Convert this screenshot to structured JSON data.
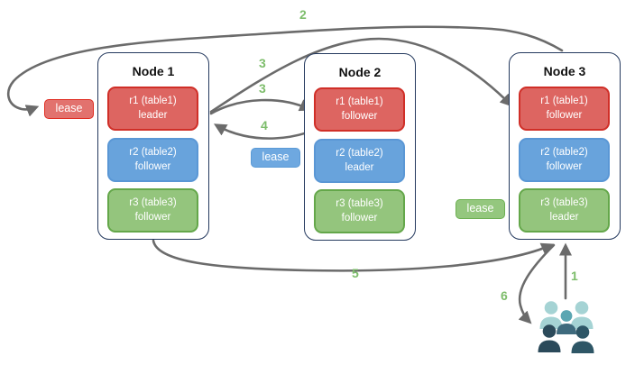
{
  "nodes": [
    {
      "title": "Node 1",
      "replicas": [
        {
          "name": "r1 (table1)",
          "role": "leader",
          "color": "red"
        },
        {
          "name": "r2 (table2)",
          "role": "follower",
          "color": "blue"
        },
        {
          "name": "r3 (table3)",
          "role": "follower",
          "color": "green"
        }
      ]
    },
    {
      "title": "Node 2",
      "replicas": [
        {
          "name": "r1 (table1)",
          "role": "follower",
          "color": "red"
        },
        {
          "name": "r2 (table2)",
          "role": "leader",
          "color": "blue"
        },
        {
          "name": "r3 (table3)",
          "role": "follower",
          "color": "green"
        }
      ]
    },
    {
      "title": "Node 3",
      "replicas": [
        {
          "name": "r1 (table1)",
          "role": "follower",
          "color": "red"
        },
        {
          "name": "r2 (table2)",
          "role": "follower",
          "color": "blue"
        },
        {
          "name": "r3 (table3)",
          "role": "leader",
          "color": "green"
        }
      ]
    }
  ],
  "leases": {
    "red": {
      "label": "lease"
    },
    "blue": {
      "label": "lease"
    },
    "green": {
      "label": "lease"
    }
  },
  "step_labels": {
    "one": "1",
    "two": "2",
    "three_a": "3",
    "three_b": "3",
    "four": "4",
    "five": "5",
    "six": "6"
  },
  "icons": {
    "users": "users-group-icon"
  },
  "colors": {
    "replica_red_fill": "#dd6561",
    "replica_red_border": "#d02f28",
    "replica_blue_fill": "#68a3dc",
    "replica_blue_border": "#5a97d5",
    "replica_green_fill": "#94c57d",
    "replica_green_border": "#64a74a",
    "lease_red_fill": "#e2726e",
    "lease_blue_fill": "#6ea8e0",
    "lease_green_fill": "#94c77e",
    "node_border": "#24395e",
    "arrow_gray": "#6b6b6b",
    "step_green": "#7dbd6b",
    "users_light_teal": "#a5d3d4",
    "users_mid_teal": "#5ba6b2",
    "users_slate": "#3e6a7d",
    "users_dark": "#2b4a5a"
  }
}
